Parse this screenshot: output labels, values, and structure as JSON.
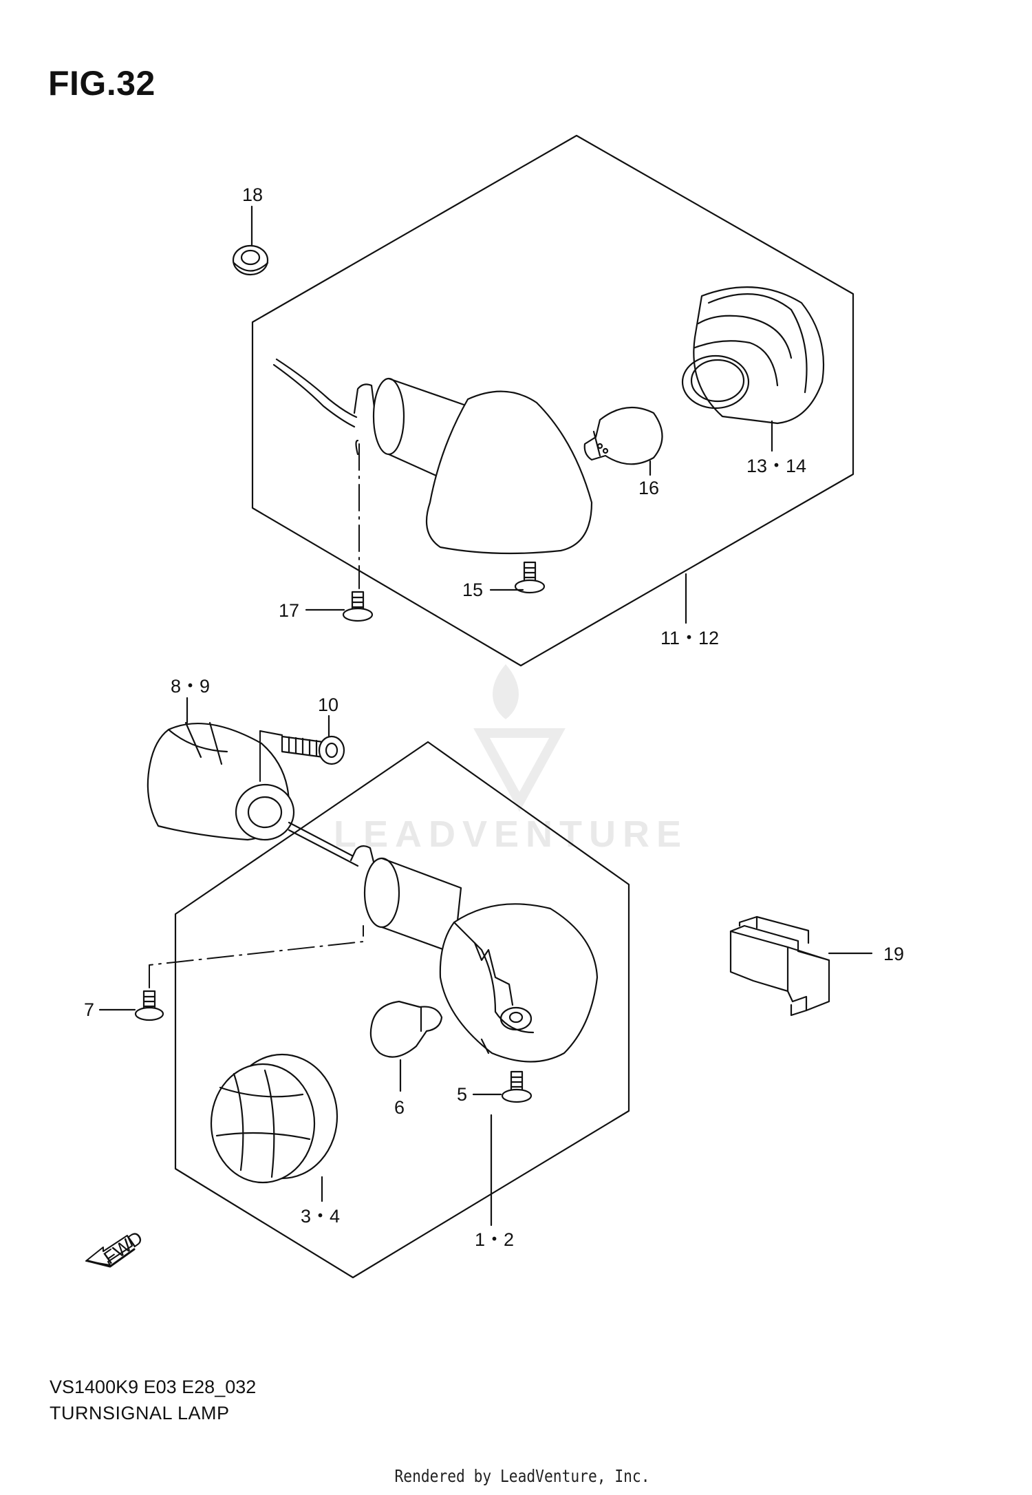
{
  "figure": {
    "title": "FIG.32"
  },
  "callouts": {
    "c18": "18",
    "c16": "16",
    "c13_14": "13・14",
    "c15": "15",
    "c17": "17",
    "c11_12": "11・12",
    "c8_9": "8・9",
    "c10": "10",
    "c19": "19",
    "c7": "7",
    "c6": "6",
    "c5": "5",
    "c3_4": "3・4",
    "c1_2": "1・2",
    "fwd": "FWD"
  },
  "watermark": {
    "text": "LEADVENTURE"
  },
  "footer": {
    "model_code": "VS1400K9 E03 E28_032",
    "caption": "TURNSIGNAL LAMP",
    "rendered_by": "Rendered by LeadVenture, Inc."
  }
}
